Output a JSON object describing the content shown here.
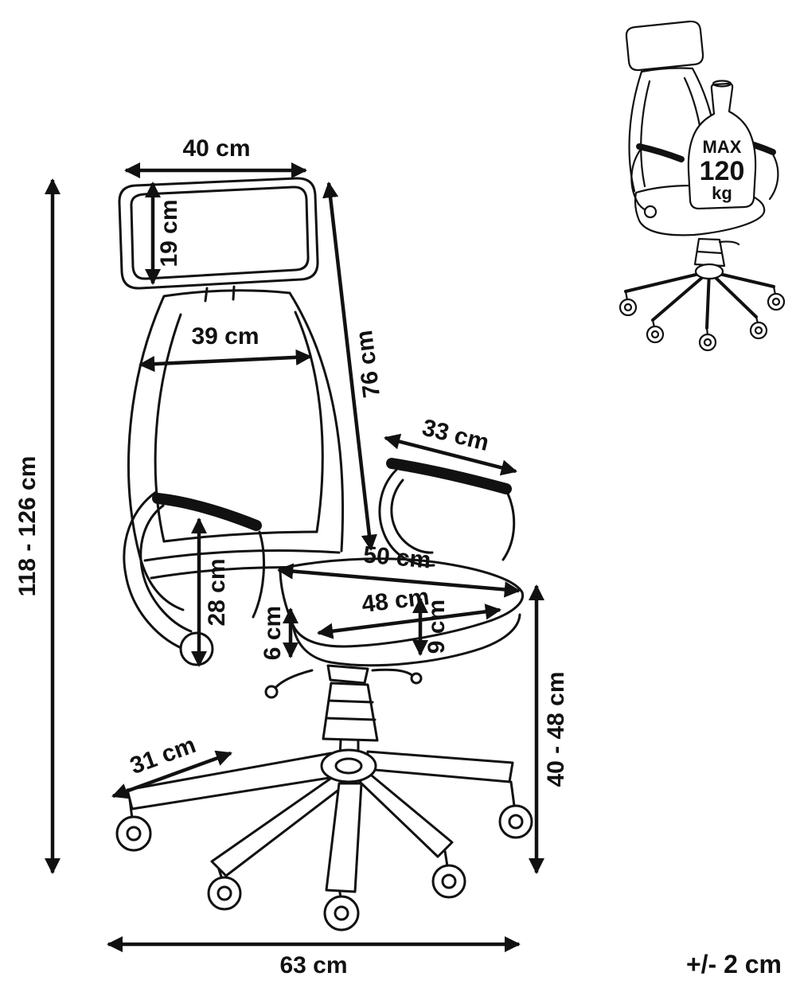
{
  "page": {
    "background": "#ffffff",
    "ink": "#111111",
    "kind": "office-chair-dimension-diagram"
  },
  "dims": {
    "headrest_width": "40 cm",
    "headrest_height": "19 cm",
    "backrest_width": "39 cm",
    "backrest_height": "76 cm",
    "armrest_length": "33 cm",
    "seat_width_outer": "50 cm",
    "seat_width_inner": "48 cm",
    "armrest_height": "28 cm",
    "cushion_front_thickness": "6 cm",
    "cushion_rear_thickness": "9 cm",
    "base_arm_length": "31 cm",
    "overall_height": "118 - 126 cm",
    "seat_height": "40 - 48 cm",
    "base_width": "63 cm"
  },
  "max_load": {
    "label": "MAX",
    "value": "120",
    "unit": "kg"
  },
  "tolerance": "+/- 2 cm"
}
